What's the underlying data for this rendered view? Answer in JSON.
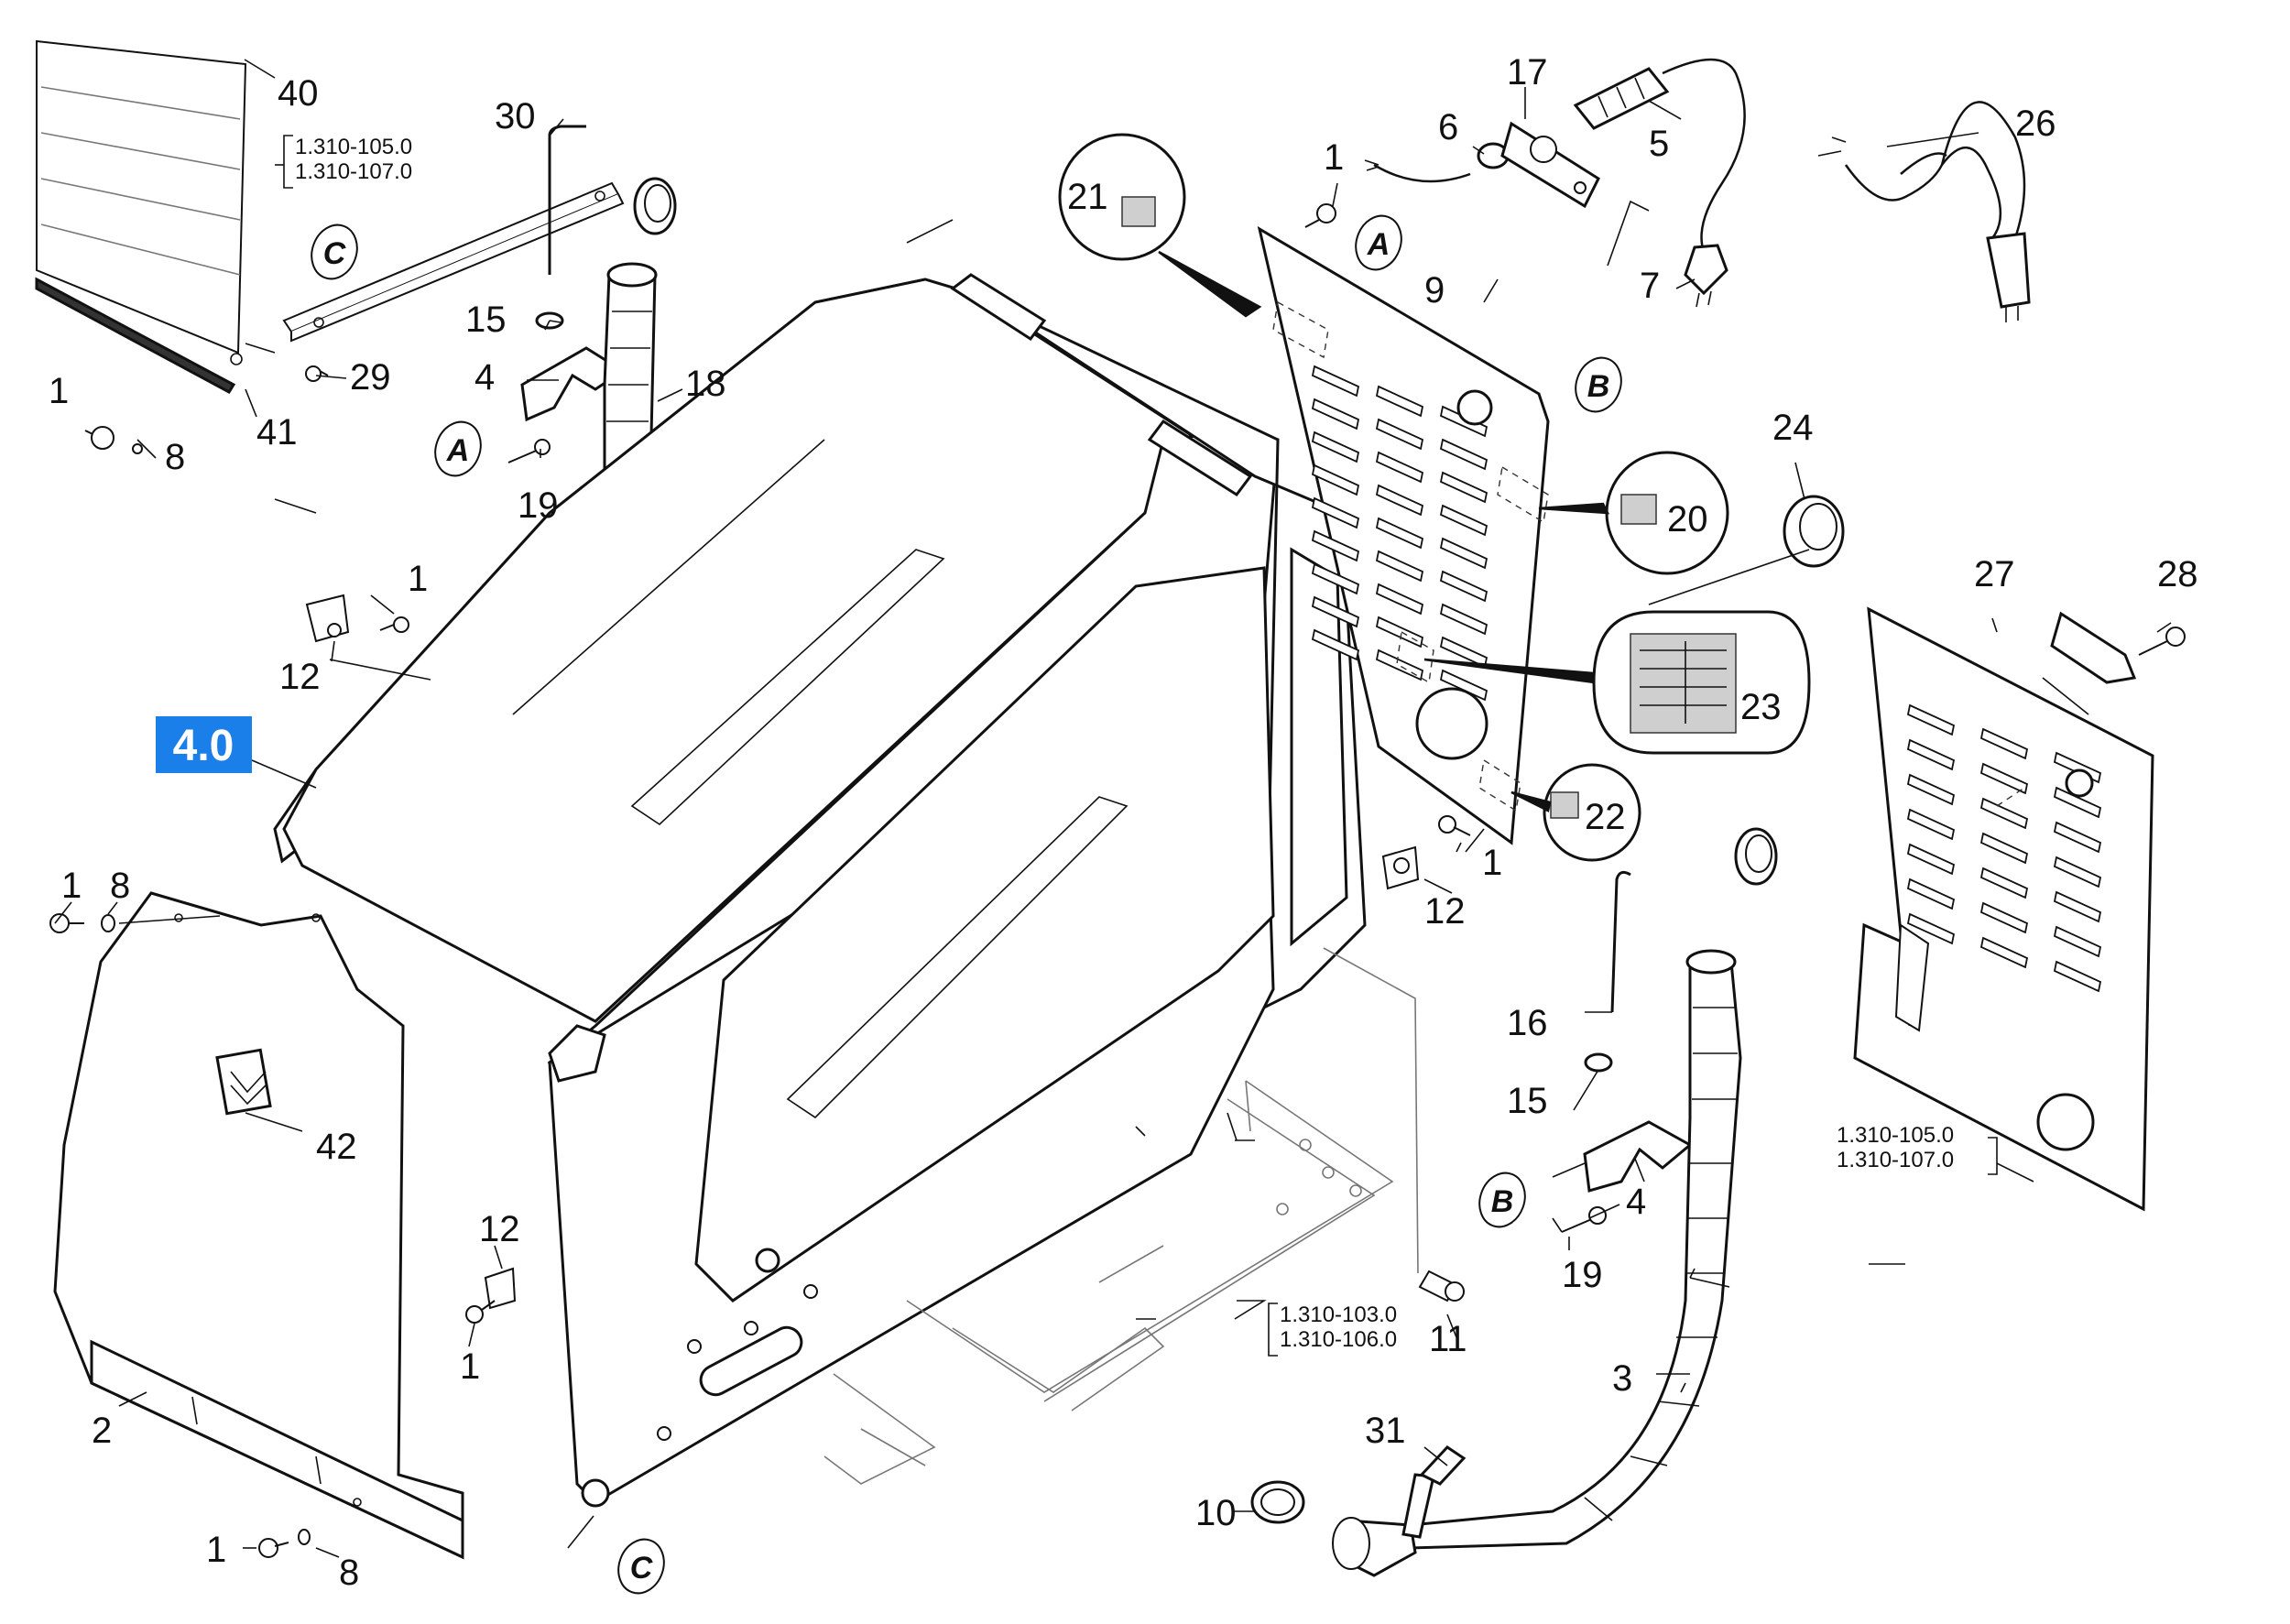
{
  "section_badge": {
    "label": "4.0",
    "color": "#1a7fe8"
  },
  "callouts": {
    "c40": "40",
    "c30": "30",
    "c1_topleft": "1",
    "c41": "41",
    "c8_topleft": "8",
    "c29": "29",
    "c15_top": "15",
    "c4_top": "4",
    "c19_top": "19",
    "c18": "18",
    "c1_mid": "1",
    "c12_mid": "12",
    "c21": "21",
    "c1_panel": "1",
    "c6": "6",
    "c17": "17",
    "c5": "5",
    "c9": "9",
    "c7": "7",
    "c26": "26",
    "c20": "20",
    "c24": "24",
    "c23": "23",
    "c22": "22",
    "c27": "27",
    "c28": "28",
    "c1_right": "1",
    "c12_right": "12",
    "c16": "16",
    "c15_right": "15",
    "c4_right": "4",
    "c19_right": "19",
    "c1_left": "1",
    "c8_left": "8",
    "c42": "42",
    "c12_low": "12",
    "c1_low": "1",
    "c2": "2",
    "c1_bottom": "1",
    "c8_bottom": "8",
    "c11": "11",
    "c3": "3",
    "c31": "31",
    "c10": "10"
  },
  "circled_letters": {
    "A_top": "A",
    "A_left": "A",
    "B_panel": "B",
    "B_right": "B",
    "C_top": "C",
    "C_bottom": "C"
  },
  "reference_boxes": {
    "top_left": [
      "1.310-105.0",
      "1.310-107.0"
    ],
    "bottom_mid": [
      "1.310-103.0",
      "1.310-106.0"
    ],
    "right_panel": [
      "1.310-105.0",
      "1.310-107.0"
    ]
  }
}
